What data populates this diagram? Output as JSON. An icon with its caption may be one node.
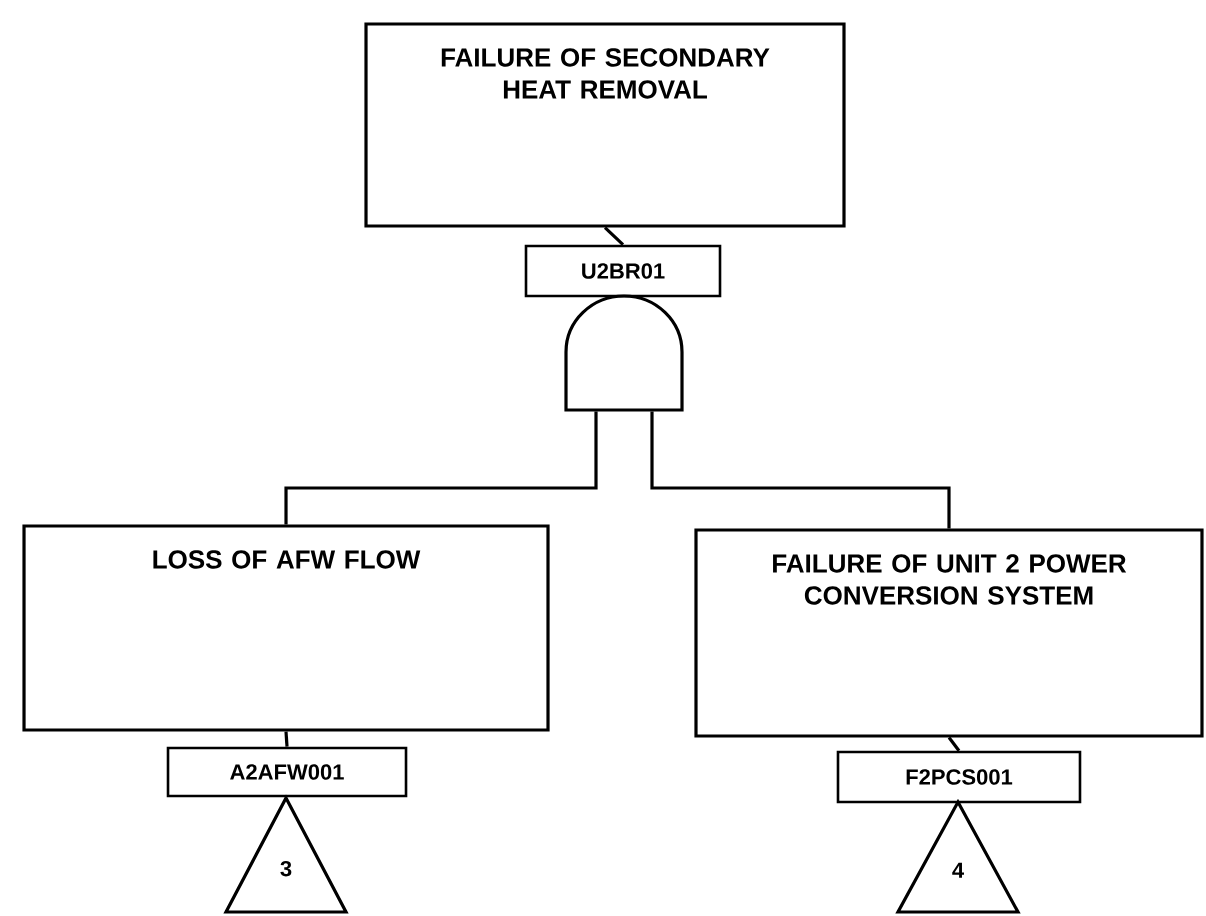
{
  "diagram": {
    "nodes": [
      {
        "text": [
          "FAILURE OF SECONDARY HEAT REMOVAL"
        ]
      },
      {
        "text": [
          "U2BR01"
        ]
      },
      {
        "text": [],
        "shape": "gate"
      },
      {
        "text": [
          "LOSS OF AFW FLOW"
        ]
      },
      {
        "text": [
          "A2AFW001"
        ]
      },
      {
        "text": [
          "3"
        ]
      },
      {
        "text": [
          "FAILURE OF UNIT 2 POWER CONVERSION SYSTEM"
        ]
      },
      {
        "text": [
          "F2PCS001"
        ]
      },
      {
        "text": [
          "4"
        ]
      }
    ],
    "edges": [
      {
        "from": 0,
        "to": 1,
        "arrow": "none"
      },
      {
        "from": 2,
        "to": 3,
        "arrow": "none"
      },
      {
        "from": 2,
        "to": 6,
        "arrow": "none"
      },
      {
        "from": 3,
        "to": 4,
        "arrow": "none"
      },
      {
        "from": 6,
        "to": 7,
        "arrow": "none"
      }
    ]
  }
}
